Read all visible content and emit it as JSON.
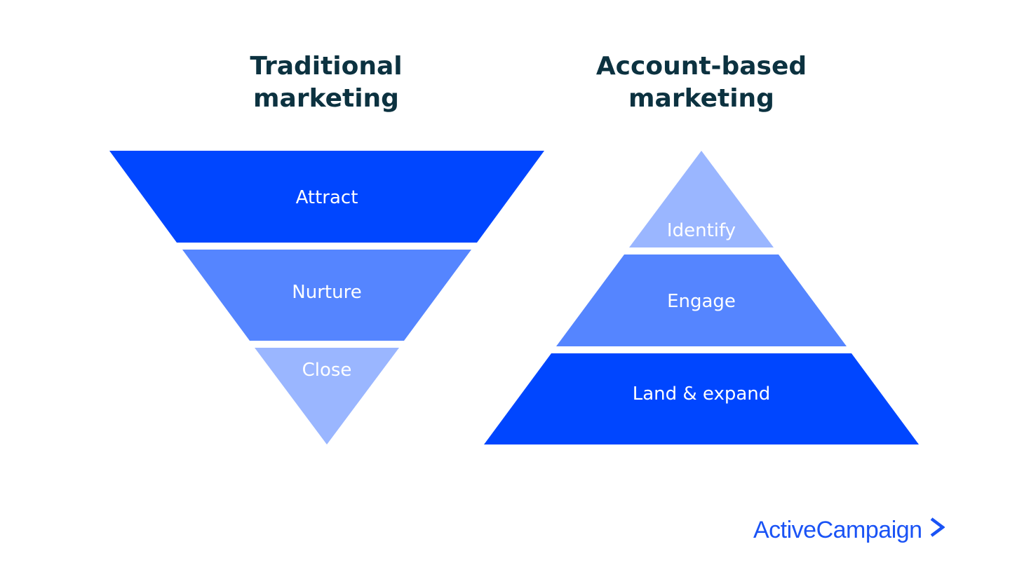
{
  "headings": {
    "traditional": "Traditional\nmarketing",
    "abm": "Account-based\nmarketing"
  },
  "funnel": {
    "segments": [
      {
        "label": "Attract"
      },
      {
        "label": "Nurture"
      },
      {
        "label": "Close"
      }
    ]
  },
  "pyramid": {
    "segments": [
      {
        "label": "Identify"
      },
      {
        "label": "Engage"
      },
      {
        "label": "Land & expand"
      }
    ]
  },
  "brand": {
    "name": "ActiveCampaign",
    "icon": "chevron-right-icon"
  },
  "colors": {
    "dark_blue": "#0046ff",
    "mid_blue": "#5585ff",
    "light_blue": "#9ab6ff",
    "heading": "#0c3240",
    "brand": "#1a53f5"
  }
}
